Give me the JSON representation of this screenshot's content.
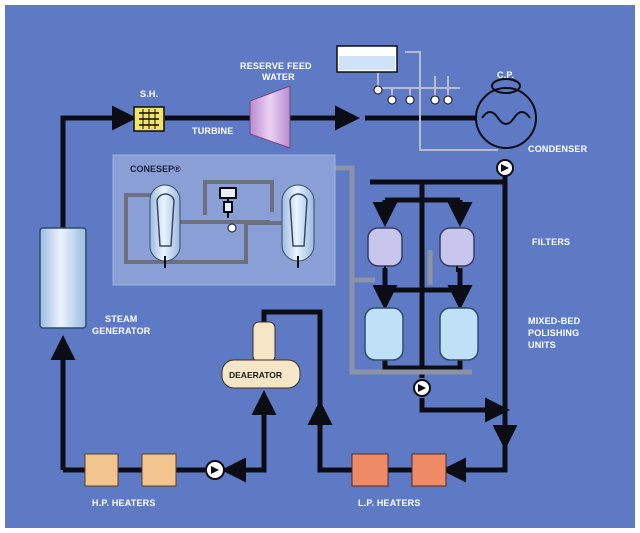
{
  "colors": {
    "background": "#5f7ac5",
    "pipe": "#0c0c14",
    "recycle_pipe": "#8b93a6",
    "vessel_light": "#cfe3f7",
    "filter_vessel": "#c9c6ee",
    "polisher_vessel": "#bfe0f6",
    "hp_heater": "#f2c48e",
    "lp_heater": "#ee8a66",
    "superheater": "#f2e36a",
    "turbine": "#d6a9e0"
  },
  "labels": {
    "sh": "S.H.",
    "reserve_feed_water": [
      "RESERVE FEED",
      "WATER"
    ],
    "turbine": "TURBINE",
    "cp": "C.P.",
    "condenser": "CONDENSER",
    "conesep": "CONESEP®",
    "filters": "FILTERS",
    "steam_generator": [
      "STEAM",
      "GENERATOR"
    ],
    "mixed_bed": [
      "MIXED-BED",
      "POLISHING",
      "UNITS"
    ],
    "deaerator": "DEAERATOR",
    "hp_heaters": "H.P. HEATERS",
    "lp_heaters": "L.P. HEATERS"
  }
}
